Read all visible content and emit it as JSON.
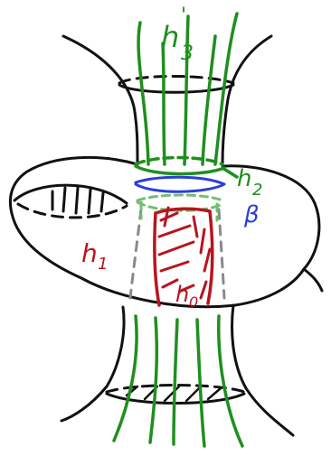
{
  "labels": {
    "h3": "h",
    "h3_sub": "3",
    "h3_prime": "'",
    "h2": "h",
    "h2_sub": "2",
    "beta": "β",
    "h1": "h",
    "h1_sub": "1",
    "h0": "h",
    "h0_sub": "0"
  },
  "colors": {
    "outline": "#111111",
    "green": "#1f8f1f",
    "blue": "#2b3fd6",
    "red": "#b8141e",
    "dashed_gray": "#8a8a8a"
  }
}
